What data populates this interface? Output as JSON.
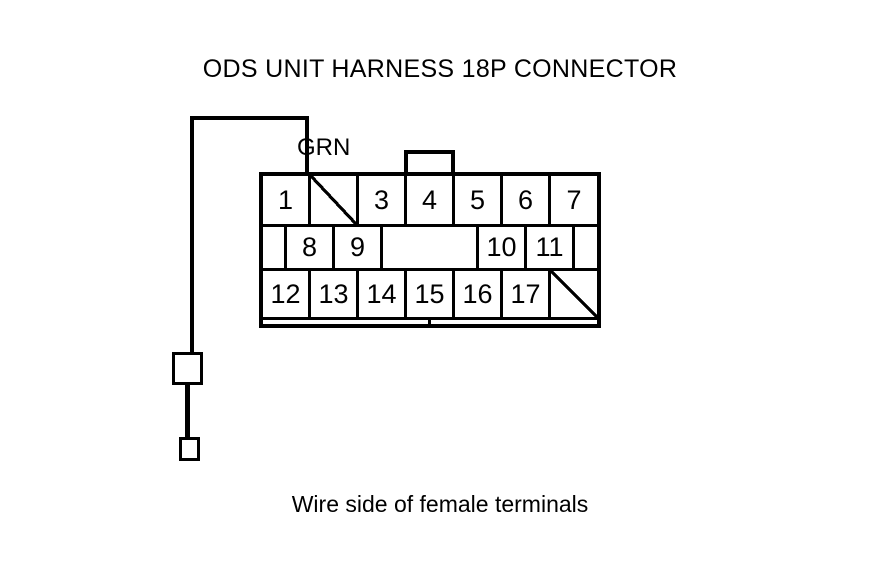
{
  "title": "ODS UNIT HARNESS 18P CONNECTOR",
  "caption": "Wire side of female terminals",
  "wire": {
    "color_label": "GRN"
  },
  "connector": {
    "pin_count_label": "18P",
    "rows": [
      {
        "id": "row-1",
        "cells": [
          {
            "label": "1",
            "blocked": false,
            "width": 48
          },
          {
            "label": "",
            "blocked": true,
            "width": 48
          },
          {
            "label": "3",
            "blocked": false,
            "width": 48
          },
          {
            "label": "4",
            "blocked": false,
            "width": 48
          },
          {
            "label": "5",
            "blocked": false,
            "width": 48
          },
          {
            "label": "6",
            "blocked": false,
            "width": 48
          },
          {
            "label": "7",
            "blocked": false,
            "width": 46
          }
        ]
      },
      {
        "id": "row-2",
        "cells": [
          {
            "label": "",
            "blocked": false,
            "width": 24
          },
          {
            "label": "8",
            "blocked": false,
            "width": 48
          },
          {
            "label": "9",
            "blocked": false,
            "width": 48
          },
          {
            "label": "",
            "blocked": false,
            "width": 96
          },
          {
            "label": "10",
            "blocked": false,
            "width": 48
          },
          {
            "label": "11",
            "blocked": false,
            "width": 48
          },
          {
            "label": "",
            "blocked": false,
            "width": 22
          }
        ]
      },
      {
        "id": "row-3",
        "cells": [
          {
            "label": "12",
            "blocked": false,
            "width": 48
          },
          {
            "label": "13",
            "blocked": false,
            "width": 48
          },
          {
            "label": "14",
            "blocked": false,
            "width": 48
          },
          {
            "label": "15",
            "blocked": false,
            "width": 48
          },
          {
            "label": "16",
            "blocked": false,
            "width": 48
          },
          {
            "label": "17",
            "blocked": false,
            "width": 48
          },
          {
            "label": "",
            "blocked": true,
            "width": 46
          }
        ]
      }
    ],
    "bottom_strip_segments": [
      {
        "width": 168
      },
      {
        "width": 166
      }
    ]
  },
  "colors": {
    "line": "#000000",
    "background": "#ffffff"
  }
}
